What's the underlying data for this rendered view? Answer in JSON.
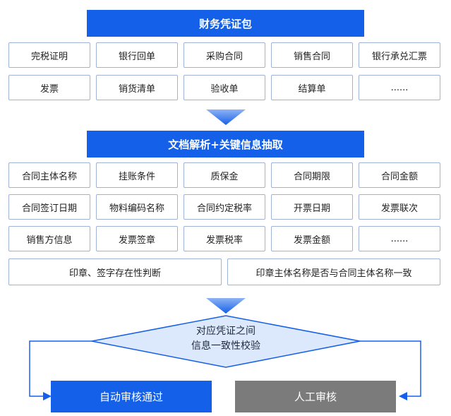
{
  "section1": {
    "title": "财务凭证包",
    "row1": [
      "完税证明",
      "银行回单",
      "采购合同",
      "销售合同",
      "银行承兑汇票"
    ],
    "row2": [
      "发票",
      "销货清单",
      "验收单",
      "结算单",
      "......"
    ]
  },
  "section2": {
    "title": "文档解析+关键信息抽取",
    "row1": [
      "合同主体名称",
      "挂账条件",
      "质保金",
      "合同期限",
      "合同金额"
    ],
    "row2": [
      "合同签订日期",
      "物料编码名称",
      "合同约定税率",
      "开票日期",
      "发票联次"
    ],
    "row3": [
      "销售方信息",
      "发票签章",
      "发票税率",
      "发票金额",
      "......"
    ],
    "row4": [
      "印章、签字存在性判断",
      "印章主体名称是否与合同主体名称一致"
    ]
  },
  "decision": {
    "line1": "对应凭证之间",
    "line2": "信息一致性校验"
  },
  "outcomes": {
    "auto": "自动审核通过",
    "manual": "人工审核"
  },
  "colors": {
    "primary": "#1560e8",
    "cell_border": "#9fb3d6",
    "diamond_fill": "#dce8fb",
    "manual": "#7b7b7b"
  }
}
